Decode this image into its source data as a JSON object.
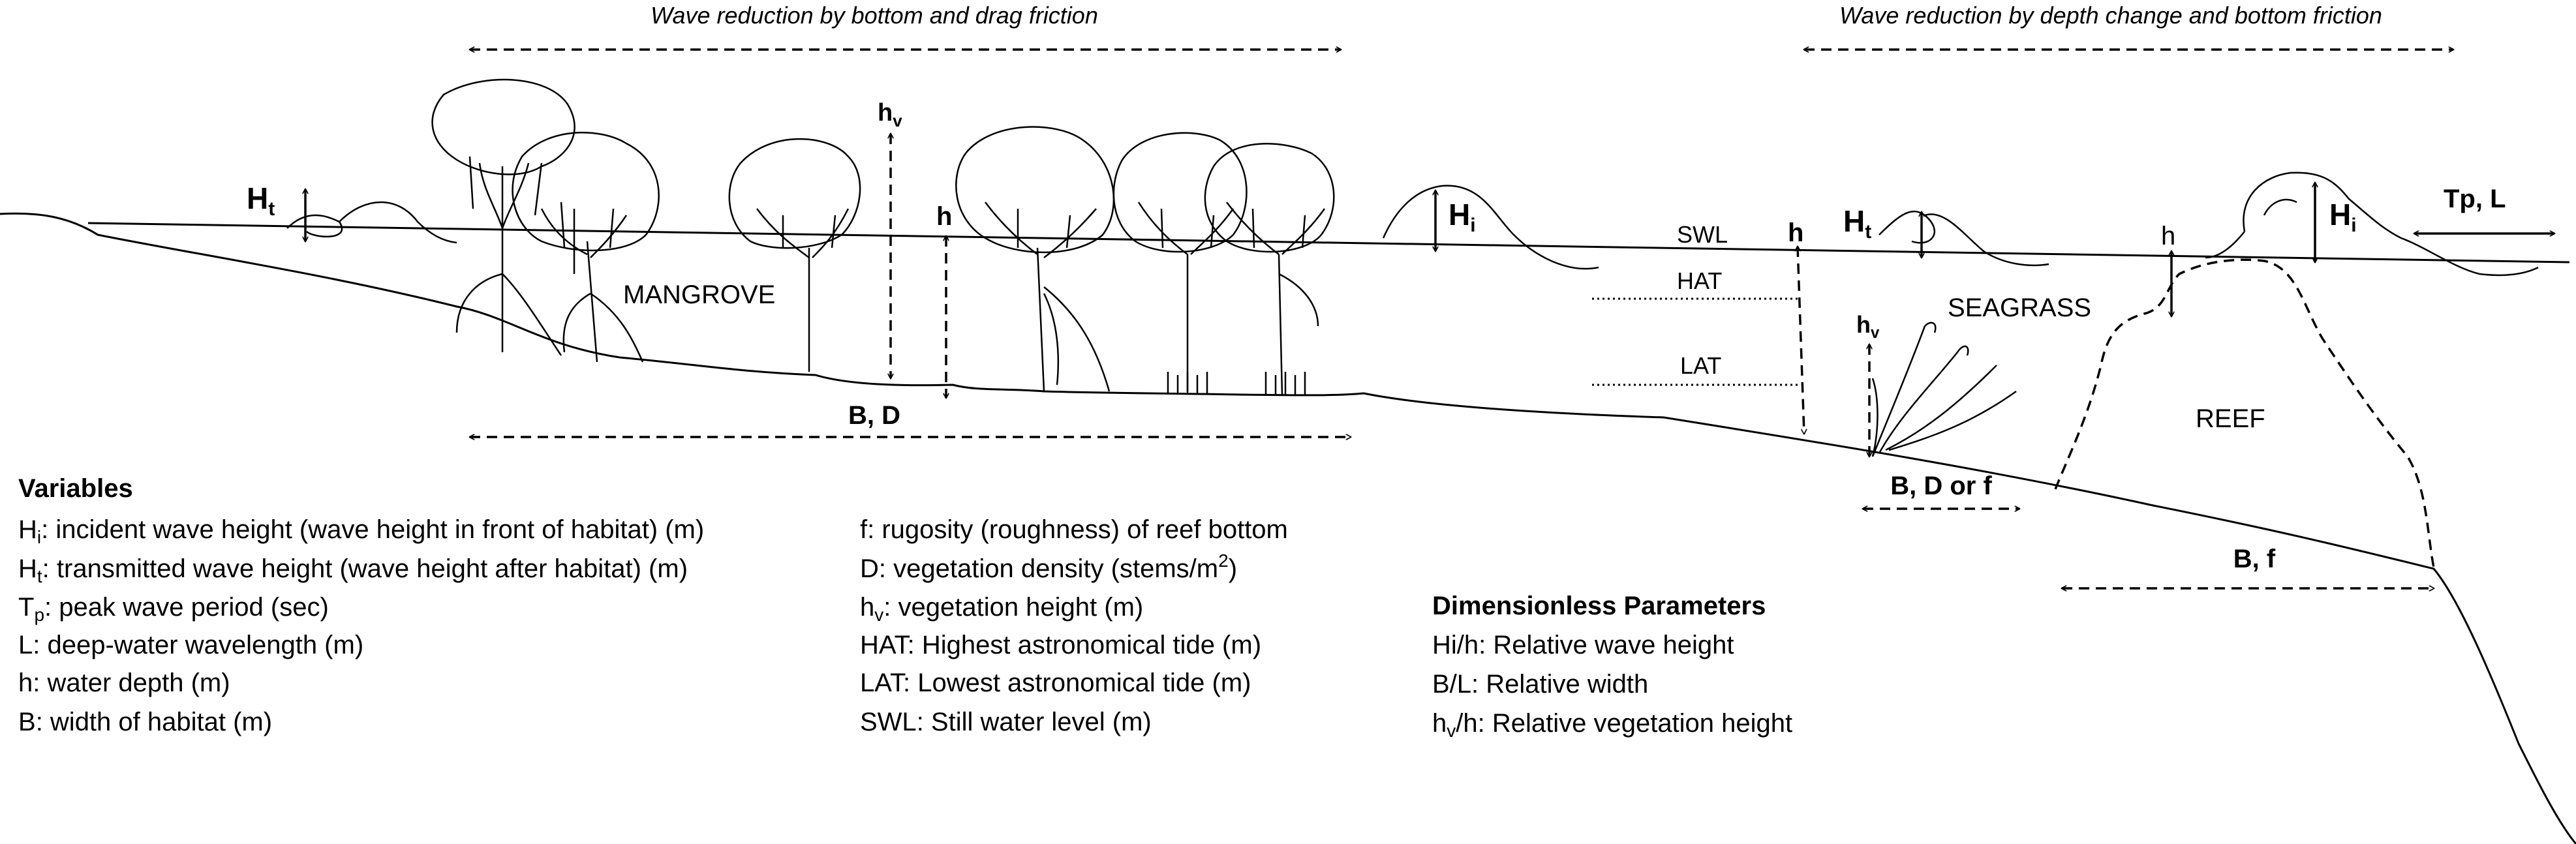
{
  "header": {
    "left_zone": "Wave reduction by bottom and drag friction",
    "right_zone": "Wave reduction by depth change and bottom friction"
  },
  "habitats": {
    "mangrove": "MANGROVE",
    "seagrass": "SEAGRASS",
    "reef": "REEF"
  },
  "levels": {
    "swl": "SWL",
    "hat": "HAT",
    "lat": "LAT"
  },
  "symbols": {
    "H": "H",
    "t": "t",
    "i": "i",
    "h": "h",
    "v": "v",
    "tp_l": "Tp, L",
    "b_d": "B, D",
    "b_d_or_f": "B, D or f",
    "b_f": "B, f"
  },
  "variables": {
    "heading": "Variables",
    "col1": [
      {
        "sym": "H",
        "sub": "i",
        "text": ":  incident wave height (wave height in front of habitat) (m)"
      },
      {
        "sym": "H",
        "sub": "t",
        "text": ": transmitted wave height (wave height after habitat) (m)"
      },
      {
        "sym": "T",
        "sub": "p",
        "text": ": peak wave period (sec)"
      },
      {
        "sym": "L",
        "sub": "",
        "text": ": deep-water wavelength (m)"
      },
      {
        "sym": "h",
        "sub": "",
        "text": ": water depth (m)"
      },
      {
        "sym": "B",
        "sub": "",
        "text": ": width of habitat (m)"
      }
    ],
    "col2": [
      {
        "sym": "f",
        "sub": "",
        "text": ": rugosity (roughness) of reef bottom",
        "sup": "",
        "tail": ""
      },
      {
        "sym": "D",
        "sub": "",
        "text": ": vegetation density (stems/m",
        "sup": "2",
        "tail": ")"
      },
      {
        "sym": "h",
        "sub": "v",
        "text": ": vegetation height  (m)",
        "sup": "",
        "tail": ""
      },
      {
        "sym": "HAT",
        "sub": "",
        "text": ": Highest astronomical tide (m)",
        "sup": "",
        "tail": ""
      },
      {
        "sym": "LAT",
        "sub": "",
        "text": ": Lowest astronomical tide (m)",
        "sup": "",
        "tail": ""
      },
      {
        "sym": "SWL",
        "sub": "",
        "text": ": Still water level (m)",
        "sup": "",
        "tail": ""
      }
    ]
  },
  "dimensionless": {
    "heading": "Dimensionless Parameters",
    "items": [
      {
        "sym": "Hi/h",
        "sub": "",
        "tail": "",
        "text": ": Relative wave height"
      },
      {
        "sym": "B/L",
        "sub": "",
        "tail": "",
        "text": ": Relative width"
      },
      {
        "sym": "h",
        "sub": "v",
        "tail": "/h",
        "text": ": Relative vegetation height"
      }
    ]
  }
}
